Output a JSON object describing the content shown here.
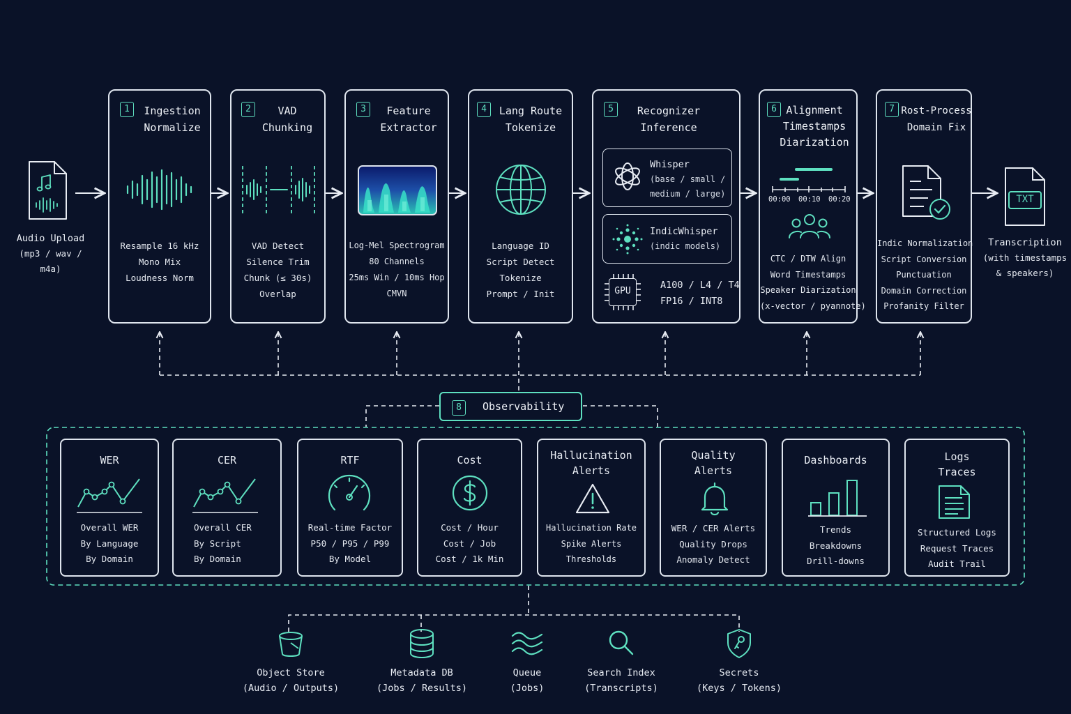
{
  "input": {
    "title": "Audio Upload",
    "formats": "(mp3 / wav / m4a)"
  },
  "stages": [
    {
      "num": "1",
      "title": [
        "Ingestion",
        "Normalize"
      ],
      "details": [
        "Resample 16 kHz",
        "Mono Mix",
        "Loudness Norm"
      ]
    },
    {
      "num": "2",
      "title": [
        "VAD",
        "Chunking"
      ],
      "details": [
        "VAD Detect",
        "Silence Trim",
        "Chunk (≤ 30s)",
        "Overlap"
      ]
    },
    {
      "num": "3",
      "title": [
        "Feature",
        "Extractor"
      ],
      "details": [
        "Log-Mel Spectrogram",
        "80 Channels",
        "25ms Win / 10ms Hop",
        "CMVN"
      ]
    },
    {
      "num": "4",
      "title": [
        "Lang Route",
        "Tokenize"
      ],
      "details": [
        "Language ID",
        "Script Detect",
        "Tokenize",
        "Prompt / Init"
      ]
    },
    {
      "num": "5",
      "title": [
        "Recognizer",
        "Inference"
      ],
      "models": [
        {
          "name": "Whisper",
          "variants": [
            "(base / small /",
            "medium / large)"
          ]
        },
        {
          "name": "IndicWhisper",
          "variants": [
            "(indic models)"
          ]
        }
      ],
      "gpu": {
        "chip": "GPU",
        "types": "A100 / L4 / T4",
        "precision": "FP16 / INT8"
      }
    },
    {
      "num": "6",
      "title": [
        "Alignment",
        "Timestamps",
        "Diarization"
      ],
      "timeline": [
        "00:00",
        "00:10",
        "00:20"
      ],
      "details": [
        "CTC / DTW Align",
        "Word Timestamps",
        "Speaker Diarization",
        "(x-vector / pyannote)"
      ]
    },
    {
      "num": "7",
      "title": [
        "Rost-Process",
        "Domain Fix"
      ],
      "details": [
        "Indic Normalization",
        "Script Conversion",
        "Punctuation",
        "Domain Correction",
        "Profanity Filter"
      ]
    }
  ],
  "output": {
    "badge": "TXT",
    "lines": [
      "Transcription",
      "(with timestamps",
      "& speakers)"
    ]
  },
  "observability": {
    "num": "8",
    "title": "Observability",
    "metrics": [
      {
        "title": [
          "WER"
        ],
        "details": [
          "Overall WER",
          "By Language",
          "By Domain"
        ]
      },
      {
        "title": [
          "CER"
        ],
        "details": [
          "Overall CER",
          "By Script",
          "By Domain"
        ]
      },
      {
        "title": [
          "RTF"
        ],
        "details": [
          "Real-time Factor",
          "P50 / P95 / P99",
          "By Model"
        ]
      },
      {
        "title": [
          "Cost"
        ],
        "details": [
          "Cost / Hour",
          "Cost / Job",
          "Cost / 1k Min"
        ]
      },
      {
        "title": [
          "Hallucination",
          "Alerts"
        ],
        "details": [
          "Hallucination Rate",
          "Spike Alerts",
          "Thresholds"
        ]
      },
      {
        "title": [
          "Quality",
          "Alerts"
        ],
        "details": [
          "WER / CER Alerts",
          "Quality Drops",
          "Anomaly Detect"
        ]
      },
      {
        "title": [
          "Dashboards"
        ],
        "details": [
          "Trends",
          "Breakdowns",
          "Drill-downs"
        ]
      },
      {
        "title": [
          "Logs",
          "Traces"
        ],
        "details": [
          "Structured Logs",
          "Request Traces",
          "Audit Trail"
        ]
      }
    ]
  },
  "storage": [
    {
      "name": "Object Store",
      "sub": "(Audio / Outputs)",
      "icon": "bucket-icon"
    },
    {
      "name": "Metadata DB",
      "sub": "(Jobs / Results)",
      "icon": "database-icon"
    },
    {
      "name": "Queue",
      "sub": "(Jobs)",
      "icon": "queue-icon"
    },
    {
      "name": "Search Index",
      "sub": "(Transcripts)",
      "icon": "search-icon"
    },
    {
      "name": "Secrets",
      "sub": "(Keys / Tokens)",
      "icon": "shield-key-icon"
    }
  ],
  "colors": {
    "background": "#0a1228",
    "accent": "#5ee0c0",
    "border": "#dfe5ee",
    "text": "#e8ecf3"
  }
}
